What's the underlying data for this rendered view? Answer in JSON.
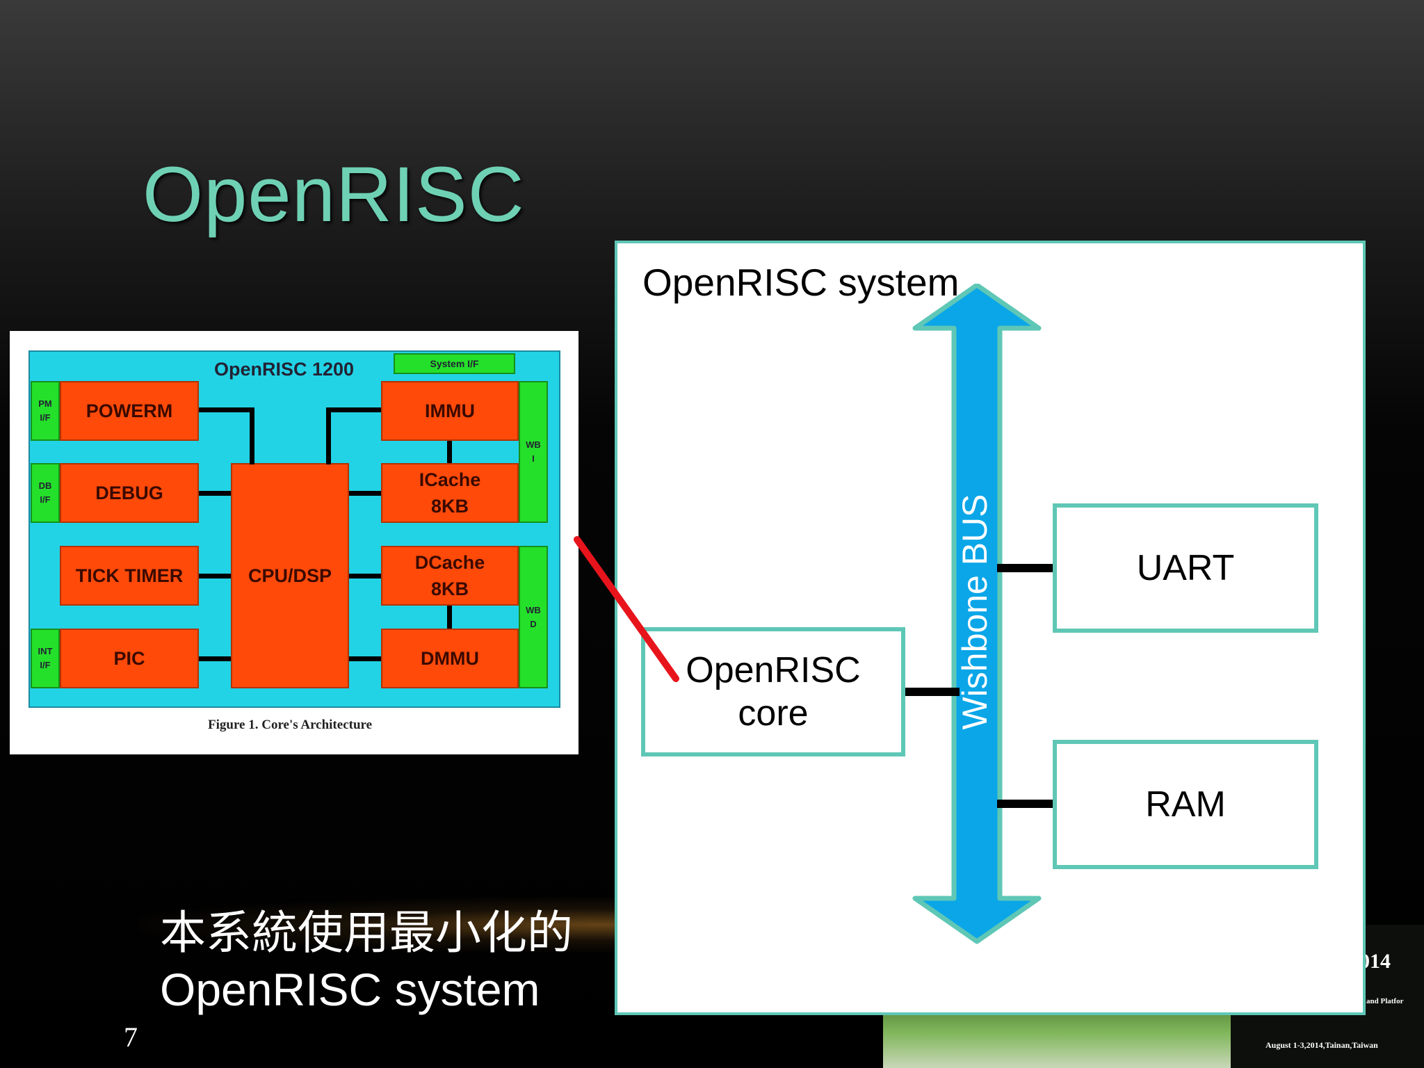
{
  "slide": {
    "title": "OpenRISC",
    "caption_line1": "本系統使用最小化的",
    "caption_line2": "OpenRISC system",
    "page_number": "7"
  },
  "architecture_figure": {
    "title": "OpenRISC 1200",
    "system_if": "System I/F",
    "blocks": {
      "powerm": "POWERM",
      "debug": "DEBUG",
      "tick_timer": "TICK TIMER",
      "pic": "PIC",
      "cpu": "CPU/DSP",
      "immu": "IMMU",
      "icache_1": "ICache",
      "icache_2": "8KB",
      "dcache_1": "DCache",
      "dcache_2": "8KB",
      "dmmu": "DMMU"
    },
    "interfaces": {
      "pm_1": "PM",
      "pm_2": "I/F",
      "db_1": "DB",
      "db_2": "I/F",
      "int_1": "INT",
      "int_2": "I/F",
      "wbi_1": "WB",
      "wbi_2": "I",
      "wbd_1": "WB",
      "wbd_2": "D"
    },
    "caption": "Figure 1. Core's Architecture"
  },
  "system_diagram": {
    "title": "OpenRISC system",
    "core_line1": "OpenRISC",
    "core_line2": "core",
    "bus_label": "Wishbone BUS",
    "uart": "UART",
    "ram": "RAM"
  },
  "corner_image": {
    "year": "014",
    "text": "and Platfor",
    "date": "August 1-3,2014,Tainan,Taiwan"
  },
  "colors": {
    "title": "#6fd1b4",
    "panel_border": "#5fc7b6",
    "bus": "#0aa6e8",
    "block": "#ff4a0a",
    "interface": "#25e02a",
    "figure_bg": "#22d3e6",
    "pointer": "#e8141c"
  }
}
